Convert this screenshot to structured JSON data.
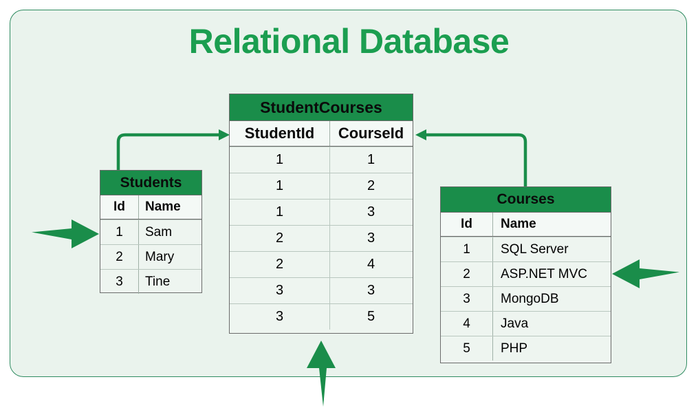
{
  "page": {
    "title": "Relational Database",
    "accent_green": "#1b9e50",
    "header_green": "#1a8d4a",
    "panel_fill": "#eaf3ed",
    "panel_border": "#2e8b60",
    "arrow_green": "#1a8d4a"
  },
  "tables": {
    "students": {
      "title": "Students",
      "columns": [
        "Id",
        "Name"
      ],
      "rows": [
        [
          "1",
          "Sam"
        ],
        [
          "2",
          "Mary"
        ],
        [
          "3",
          "Tine"
        ]
      ]
    },
    "student_courses": {
      "title": "StudentCourses",
      "columns": [
        "StudentId",
        "CourseId"
      ],
      "rows": [
        [
          "1",
          "1"
        ],
        [
          "1",
          "2"
        ],
        [
          "1",
          "3"
        ],
        [
          "2",
          "3"
        ],
        [
          "2",
          "4"
        ],
        [
          "3",
          "3"
        ],
        [
          "3",
          "5"
        ]
      ]
    },
    "courses": {
      "title": "Courses",
      "columns": [
        "Id",
        "Name"
      ],
      "rows": [
        [
          "1",
          "SQL Server"
        ],
        [
          "2",
          "ASP.NET MVC"
        ],
        [
          "3",
          "MongoDB"
        ],
        [
          "4",
          "Java"
        ],
        [
          "5",
          "PHP"
        ]
      ]
    }
  },
  "connectors": [
    {
      "name": "students-to-studentcourses",
      "from": "Students",
      "to": "StudentId"
    },
    {
      "name": "courses-to-studentcourses",
      "from": "Courses",
      "to": "CourseId"
    }
  ],
  "pointers": [
    {
      "name": "students-pointer",
      "direction": "right"
    },
    {
      "name": "courses-pointer",
      "direction": "left"
    },
    {
      "name": "studentcourses-pointer",
      "direction": "up"
    }
  ]
}
